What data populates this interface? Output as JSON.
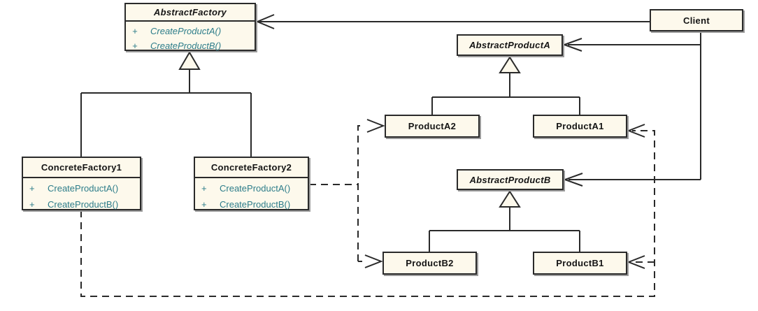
{
  "diagram": {
    "kind": "uml-class-diagram",
    "pattern_name": "Abstract Factory",
    "colors": {
      "background": "#FFFFFF",
      "box_fill": "#FDF9EC",
      "box_border": "#2A2A2A",
      "box_shadow": "#9B9B9B",
      "title_text": "#141414",
      "method_text": "#2D7D8A"
    },
    "classes": {
      "abstract_factory": {
        "name": "AbstractFactory",
        "abstract": true,
        "methods": [
          {
            "visibility": "+",
            "signature": "CreateProductA()"
          },
          {
            "visibility": "+",
            "signature": "CreateProductB()"
          }
        ]
      },
      "concrete_factory1": {
        "name": "ConcreteFactory1",
        "abstract": false,
        "methods": [
          {
            "visibility": "+",
            "signature": "CreateProductA()"
          },
          {
            "visibility": "+",
            "signature": "CreateProductB()"
          }
        ]
      },
      "concrete_factory2": {
        "name": "ConcreteFactory2",
        "abstract": false,
        "methods": [
          {
            "visibility": "+",
            "signature": "CreateProductA()"
          },
          {
            "visibility": "+",
            "signature": "CreateProductB()"
          }
        ]
      },
      "client": {
        "name": "Client",
        "abstract": false
      },
      "abstract_product_a": {
        "name": "AbstractProductA",
        "abstract": true
      },
      "product_a1": {
        "name": "ProductA1",
        "abstract": false
      },
      "product_a2": {
        "name": "ProductA2",
        "abstract": false
      },
      "abstract_product_b": {
        "name": "AbstractProductB",
        "abstract": true
      },
      "product_b1": {
        "name": "ProductB1",
        "abstract": false
      },
      "product_b2": {
        "name": "ProductB2",
        "abstract": false
      }
    },
    "relationships": [
      {
        "from": "Client",
        "to": "AbstractFactory",
        "type": "association-open-arrow",
        "line": "solid"
      },
      {
        "from": "Client",
        "to": "AbstractProductA",
        "type": "association-open-arrow",
        "line": "solid"
      },
      {
        "from": "Client",
        "to": "AbstractProductB",
        "type": "association-open-arrow",
        "line": "solid"
      },
      {
        "from": "ConcreteFactory1",
        "to": "AbstractFactory",
        "type": "generalization",
        "line": "solid"
      },
      {
        "from": "ConcreteFactory2",
        "to": "AbstractFactory",
        "type": "generalization",
        "line": "solid"
      },
      {
        "from": "ProductA1",
        "to": "AbstractProductA",
        "type": "generalization",
        "line": "solid"
      },
      {
        "from": "ProductA2",
        "to": "AbstractProductA",
        "type": "generalization",
        "line": "solid"
      },
      {
        "from": "ProductB1",
        "to": "AbstractProductB",
        "type": "generalization",
        "line": "solid"
      },
      {
        "from": "ProductB2",
        "to": "AbstractProductB",
        "type": "generalization",
        "line": "solid"
      },
      {
        "from": "ConcreteFactory1",
        "to": "ProductA1",
        "type": "dependency-open-arrow",
        "line": "dashed"
      },
      {
        "from": "ConcreteFactory1",
        "to": "ProductB1",
        "type": "dependency-open-arrow",
        "line": "dashed"
      },
      {
        "from": "ConcreteFactory2",
        "to": "ProductA2",
        "type": "dependency-open-arrow",
        "line": "dashed"
      },
      {
        "from": "ConcreteFactory2",
        "to": "ProductB2",
        "type": "dependency-open-arrow",
        "line": "dashed"
      }
    ]
  }
}
